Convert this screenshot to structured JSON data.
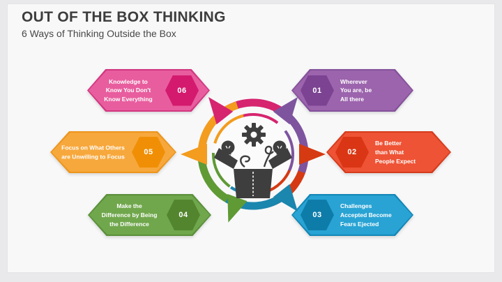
{
  "slide": {
    "title": "OUT OF THE BOX THINKING",
    "subtitle": "6 Ways of Thinking Outside the Box"
  },
  "items": [
    {
      "num": "01",
      "label": "Wherever\nYou are, be\nAll there",
      "fill": "#9c64ad",
      "border": "#84519a",
      "badge": "#7b4392",
      "arrow": "#7e549f"
    },
    {
      "num": "02",
      "label": "Be Better\nthan What\nPeople Expect",
      "fill": "#ee5335",
      "border": "#d63b1b",
      "badge": "#da3615",
      "arrow": "#d63a12"
    },
    {
      "num": "03",
      "label": "Challenges\nAccepted Become\nFears Ejected",
      "fill": "#28a3d4",
      "border": "#1187b6",
      "badge": "#0e7ca9",
      "arrow": "#1b86ae"
    },
    {
      "num": "04",
      "label": "Make the\nDifference by Being\nthe Difference",
      "fill": "#70a74c",
      "border": "#5a8f39",
      "badge": "#53852e",
      "arrow": "#5f9a35"
    },
    {
      "num": "05",
      "label": "Focus on What Others\nare Unwilling to Focus",
      "fill": "#f7a83c",
      "border": "#ec951c",
      "badge": "#f08f06",
      "arrow": "#f39c1e"
    },
    {
      "num": "06",
      "label": "Knowledge to\nKnow You Don't\nKnow Everything",
      "fill": "#e85d9e",
      "border": "#d23680",
      "badge": "#d31a6e",
      "arrow": "#d6246f"
    }
  ],
  "palette": {
    "icon": "#3e3e3e",
    "inner_circle": "#fbfbfc"
  }
}
